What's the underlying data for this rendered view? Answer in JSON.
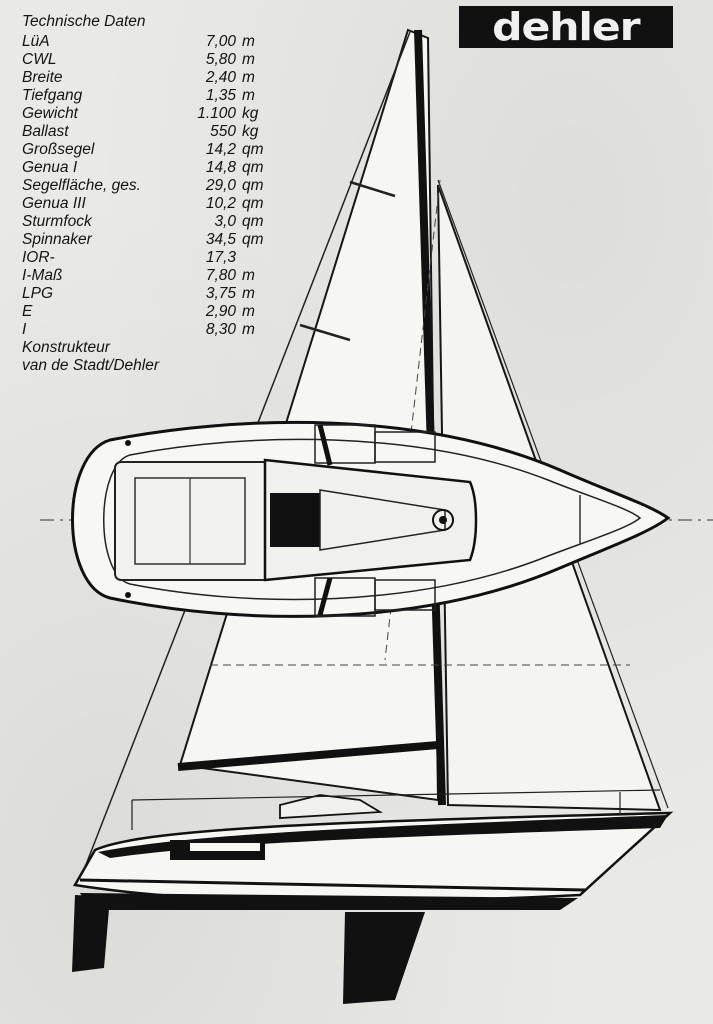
{
  "heading": "Technische Daten",
  "specs": [
    {
      "label": "LüA",
      "value": "7,00",
      "unit": "m"
    },
    {
      "label": "CWL",
      "value": "5,80",
      "unit": "m"
    },
    {
      "label": "Breite",
      "value": "2,40",
      "unit": "m"
    },
    {
      "label": "Tiefgang",
      "value": "1,35",
      "unit": "m"
    },
    {
      "label": "Gewicht",
      "value": "1.100",
      "unit": "kg"
    },
    {
      "label": "Ballast",
      "value": "550",
      "unit": "kg"
    },
    {
      "label": "Großsegel",
      "value": "14,2",
      "unit": "qm"
    },
    {
      "label": "Genua I",
      "value": "14,8",
      "unit": "qm"
    },
    {
      "label": "Segelfläche, ges.",
      "value": "29,0",
      "unit": "qm"
    },
    {
      "label": "Genua III",
      "value": "10,2",
      "unit": "qm"
    },
    {
      "label": "Sturmfock",
      "value": "3,0",
      "unit": "qm"
    },
    {
      "label": "Spinnaker",
      "value": "34,5",
      "unit": "qm"
    },
    {
      "label": "IOR-",
      "value": "17,3",
      "unit": ""
    },
    {
      "label": "I-Maß",
      "value": "7,80",
      "unit": "m"
    },
    {
      "label": "LPG",
      "value": "3,75",
      "unit": "m"
    },
    {
      "label": "E",
      "value": "2,90",
      "unit": "m"
    },
    {
      "label": "I",
      "value": "8,30",
      "unit": "m"
    }
  ],
  "designer": {
    "title": "Konstrukteur",
    "name": "van de Stadt/Dehler"
  },
  "brand": {
    "logo_text": "dehler"
  }
}
